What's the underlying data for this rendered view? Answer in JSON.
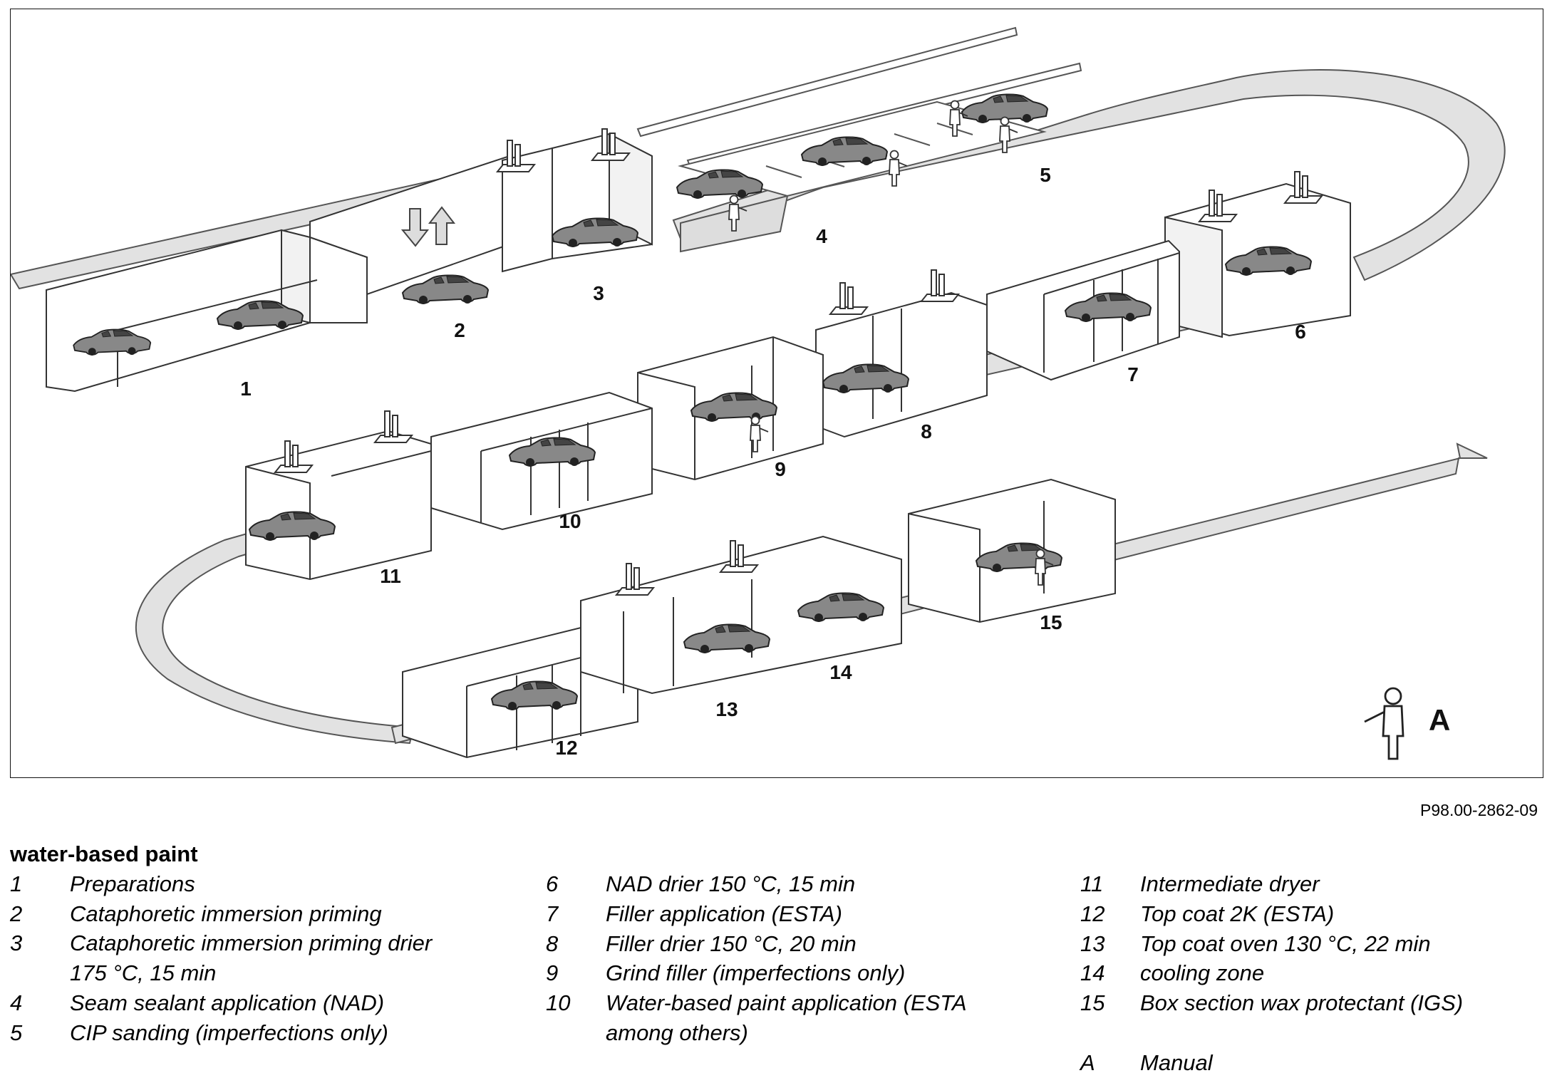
{
  "figure_code": "P98.00-2862-09",
  "diagram": {
    "station_numbers": [
      "1",
      "2",
      "3",
      "4",
      "5",
      "6",
      "7",
      "8",
      "9",
      "10",
      "11",
      "12",
      "13",
      "14",
      "15"
    ],
    "manual_marker": "A"
  },
  "legend": {
    "heading": "water-based paint",
    "columns": [
      [
        {
          "num": "1",
          "lines": [
            "Preparations"
          ]
        },
        {
          "num": "2",
          "lines": [
            "Cataphoretic immersion priming"
          ]
        },
        {
          "num": "3",
          "lines": [
            "Cataphoretic immersion priming drier",
            "175 °C, 15 min"
          ]
        },
        {
          "num": "4",
          "lines": [
            "Seam sealant application (NAD)"
          ]
        },
        {
          "num": "5",
          "lines": [
            "CIP sanding (imperfections only)"
          ]
        }
      ],
      [
        {
          "num": "6",
          "lines": [
            "NAD drier 150 °C, 15 min"
          ]
        },
        {
          "num": "7",
          "lines": [
            "Filler application (ESTA)"
          ]
        },
        {
          "num": "8",
          "lines": [
            "Filler drier 150 °C, 20 min"
          ]
        },
        {
          "num": "9",
          "lines": [
            "Grind filler (imperfections only)"
          ]
        },
        {
          "num": "10",
          "lines": [
            "Water-based paint application (ESTA",
            "among others)"
          ]
        }
      ],
      [
        {
          "num": "11",
          "lines": [
            "Intermediate dryer"
          ]
        },
        {
          "num": "12",
          "lines": [
            "Top coat 2K (ESTA)"
          ]
        },
        {
          "num": "13",
          "lines": [
            "Top coat oven 130 °C, 22 min"
          ]
        },
        {
          "num": "14",
          "lines": [
            "cooling zone"
          ]
        },
        {
          "num": "15",
          "lines": [
            "Box section wax protectant (IGS)"
          ]
        },
        {
          "num": "A",
          "lines": [
            "Manual"
          ],
          "gap_before": true
        }
      ]
    ]
  }
}
